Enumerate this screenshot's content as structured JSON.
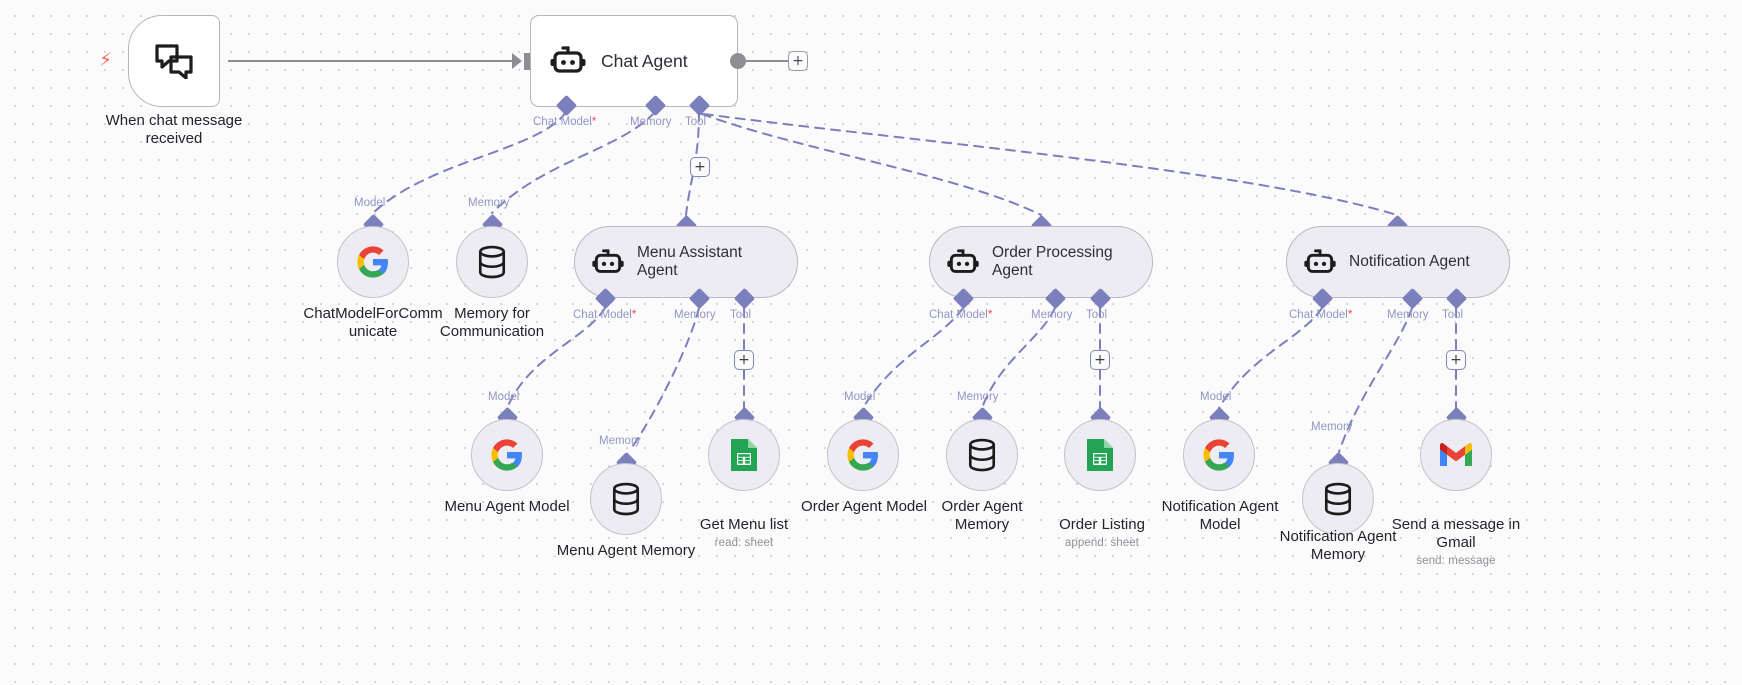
{
  "canvas": {
    "background": "#fbfbfc",
    "dot_color": "#cfcfd6",
    "accent_port": "#7b7fbb",
    "port_label_color": "#9396c4",
    "required_marker_color": "#ef4b4b",
    "connector_color": "#8d8d93"
  },
  "nodes": {
    "trigger": {
      "caption": "When chat message\nreceived",
      "icon": "chat-bubbles-icon",
      "badge": "lightning-bolt-icon"
    },
    "chat_agent": {
      "title": "Chat Agent",
      "icon": "robot-icon",
      "ports": [
        {
          "label": "Chat Model",
          "required": true
        },
        {
          "label": "Memory",
          "required": false
        },
        {
          "label": "Tool",
          "required": false
        }
      ]
    },
    "chat_model_for_communicate": {
      "caption": "ChatModelForComm\nunicate",
      "icon": "google-g-icon",
      "port": "Model"
    },
    "memory_for_communication": {
      "caption": "Memory for\nCommunication",
      "icon": "database-icon",
      "port": "Memory"
    },
    "menu_assistant_agent": {
      "title": "Menu Assistant\nAgent",
      "icon": "robot-icon",
      "ports": [
        {
          "label": "Chat Model",
          "required": true
        },
        {
          "label": "Memory",
          "required": false
        },
        {
          "label": "Tool",
          "required": false
        }
      ]
    },
    "menu_agent_model": {
      "caption": "Menu Agent Model",
      "icon": "google-g-icon",
      "port": "Model"
    },
    "menu_agent_memory": {
      "caption": "Menu Agent Memory",
      "icon": "database-icon",
      "port": "Memory"
    },
    "get_menu_list": {
      "caption": "Get Menu list",
      "subtitle": "read: sheet",
      "icon": "google-sheets-icon"
    },
    "order_processing_agent": {
      "title": "Order Processing\nAgent",
      "icon": "robot-icon",
      "ports": [
        {
          "label": "Chat Model",
          "required": true
        },
        {
          "label": "Memory",
          "required": false
        },
        {
          "label": "Tool",
          "required": false
        }
      ]
    },
    "order_agent_model": {
      "caption": "Order Agent Model",
      "icon": "google-g-icon",
      "port": "Model"
    },
    "order_agent_memory": {
      "caption": "Order Agent\nMemory",
      "icon": "database-icon",
      "port": "Memory"
    },
    "order_listing": {
      "caption": "Order Listing",
      "subtitle": "append: sheet",
      "icon": "google-sheets-icon"
    },
    "notification_agent": {
      "title": "Notification Agent",
      "icon": "robot-icon",
      "ports": [
        {
          "label": "Chat Model",
          "required": true
        },
        {
          "label": "Memory",
          "required": false
        },
        {
          "label": "Tool",
          "required": false
        }
      ]
    },
    "notification_agent_model": {
      "caption": "Notification Agent\nModel",
      "icon": "google-g-icon",
      "port": "Model"
    },
    "notification_agent_memory": {
      "caption": "Notification Agent\nMemory",
      "icon": "database-icon",
      "port": "Memory"
    },
    "send_message_gmail": {
      "caption": "Send a message in\nGmail",
      "subtitle": "send: message",
      "icon": "gmail-icon"
    }
  },
  "buttons": {
    "add_after_chat_agent": "+",
    "add_tool_chat_agent": "+",
    "add_tool_menu_agent": "+",
    "add_tool_order_agent": "+",
    "add_tool_notification_agent": "+"
  }
}
